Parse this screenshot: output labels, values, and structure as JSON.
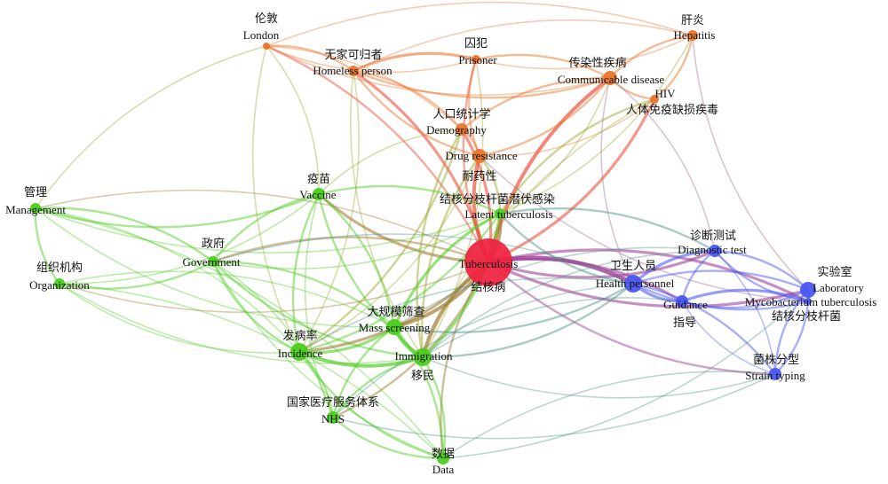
{
  "colors": {
    "orange": "#e8762c",
    "red": "#f0213f",
    "green": "#4ccd1e",
    "blue": "#4a57f0"
  },
  "nodes": [
    {
      "id": "london",
      "zh": "伦敦",
      "en": "London",
      "cluster": "orange"
    },
    {
      "id": "homeless",
      "zh": "无家可归者",
      "en": "Homeless person",
      "cluster": "orange"
    },
    {
      "id": "prisoner",
      "zh": "囚犯",
      "en": "Prisoner",
      "cluster": "orange"
    },
    {
      "id": "hepatitis",
      "zh": "肝炎",
      "en": "Hepatitis",
      "cluster": "orange"
    },
    {
      "id": "communicable",
      "zh": "传染性疾病",
      "en": "Communicable disease",
      "cluster": "orange"
    },
    {
      "id": "hiv",
      "zh": "人体免疫缺损疾毒",
      "en": "HIV",
      "cluster": "orange"
    },
    {
      "id": "demography",
      "zh": "人口统计学",
      "en": "Demography",
      "cluster": "orange"
    },
    {
      "id": "drug",
      "zh": "耐药性",
      "en": "Drug resistance",
      "cluster": "orange"
    },
    {
      "id": "latent",
      "zh": "结核分枝杆菌潜伏感染",
      "en": "Latent tuberculosis",
      "cluster": "green"
    },
    {
      "id": "vaccine",
      "zh": "疫苗",
      "en": "Vaccine",
      "cluster": "green"
    },
    {
      "id": "management",
      "zh": "管理",
      "en": "Management",
      "cluster": "green"
    },
    {
      "id": "government",
      "zh": "政府",
      "en": "Government",
      "cluster": "green"
    },
    {
      "id": "organization",
      "zh": "组织机构",
      "en": "Organization",
      "cluster": "green"
    },
    {
      "id": "tb",
      "zh": "结核病",
      "en": "Tuberculosis",
      "cluster": "red"
    },
    {
      "id": "mass",
      "zh": "大规模筛查",
      "en": "Mass screening",
      "cluster": "green"
    },
    {
      "id": "incidence",
      "zh": "发病率",
      "en": "Incidence",
      "cluster": "green"
    },
    {
      "id": "immigration",
      "zh": "移民",
      "en": "Immigration",
      "cluster": "green"
    },
    {
      "id": "nhs",
      "zh": "国家医疗服务体系",
      "en": "NHS",
      "cluster": "green"
    },
    {
      "id": "data",
      "zh": "数据",
      "en": "Data",
      "cluster": "green"
    },
    {
      "id": "health",
      "zh": "卫生人员",
      "en": "Health personnel",
      "cluster": "blue"
    },
    {
      "id": "diagnostic",
      "zh": "诊断测试",
      "en": "Diagnostic test",
      "cluster": "blue"
    },
    {
      "id": "guidance",
      "zh": "指导",
      "en": "Guidance",
      "cluster": "blue"
    },
    {
      "id": "laboratory",
      "zh": "实验室",
      "en": "Laboratory",
      "cluster": "blue"
    },
    {
      "id": "myco",
      "zh": "结核分枝杆菌",
      "en": "Mycobacterium tuberculosis",
      "cluster": "blue"
    },
    {
      "id": "strain",
      "zh": "菌株分型",
      "en": "Strain typing",
      "cluster": "blue"
    }
  ]
}
